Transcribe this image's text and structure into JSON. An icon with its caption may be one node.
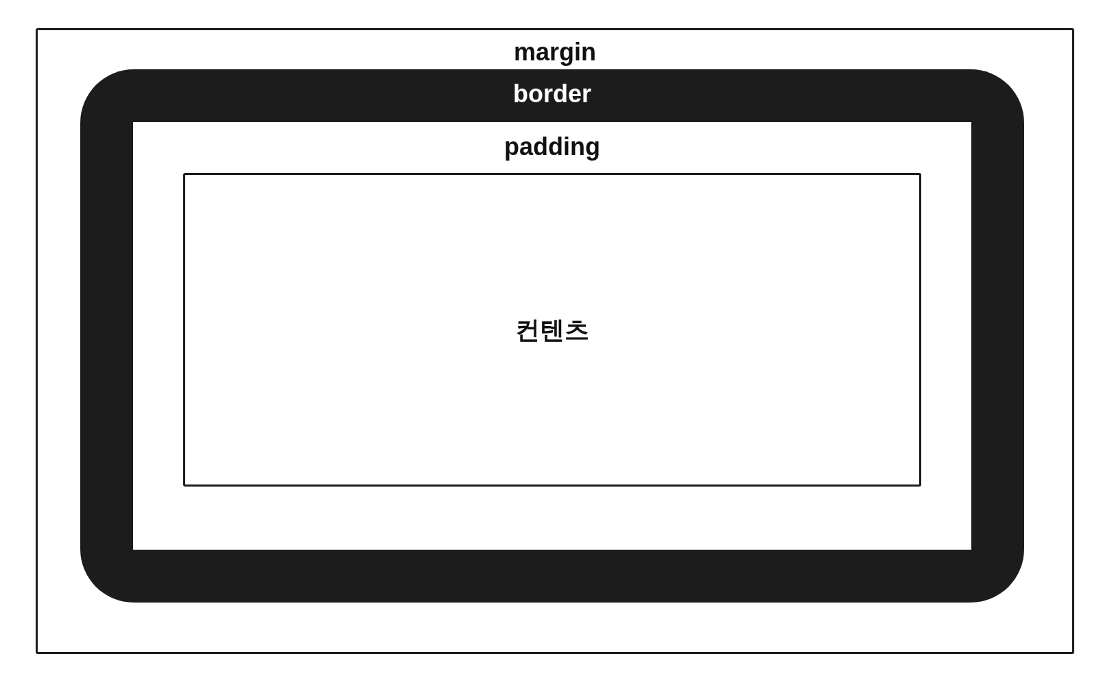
{
  "diagram": {
    "nodes": [
      {
        "text": [
          "margin"
        ]
      },
      {
        "text": [
          "border"
        ],
        "in": 0
      },
      {
        "text": [
          "padding"
        ],
        "in": 1
      },
      {
        "text": [
          "컨텐츠"
        ],
        "in": 2
      }
    ]
  }
}
